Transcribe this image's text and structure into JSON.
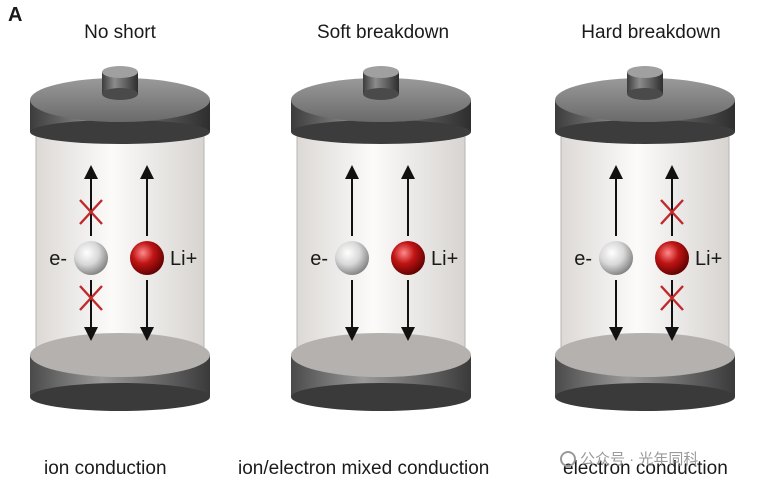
{
  "figure": {
    "panel_letter": "A",
    "cells": [
      {
        "title": "No short",
        "caption": "ion conduction",
        "electron_label": "e-",
        "ion_label": "Li+",
        "electron_blocked": true,
        "ion_blocked": false
      },
      {
        "title": "Soft breakdown",
        "caption": "ion/electron mixed conduction",
        "electron_label": "e-",
        "ion_label": "Li+",
        "electron_blocked": false,
        "ion_blocked": false
      },
      {
        "title": "Hard breakdown",
        "caption": "electron conduction",
        "electron_label": "e-",
        "ion_label": "Li+",
        "electron_blocked": false,
        "ion_blocked": true
      }
    ]
  },
  "colors": {
    "cap": "#5a5a5a",
    "cap_top": "#8a8a8a",
    "body": "#e8e4e0",
    "electron": "#e6e6e6",
    "ion": "#b01010",
    "block_mark": "#c0282a",
    "arrow": "#111111"
  },
  "icons": {
    "electron": "electron-sphere",
    "ion": "ion-sphere",
    "blocked": "cross-mark-icon"
  },
  "watermark": {
    "text": "公众号 · 光年同科"
  }
}
